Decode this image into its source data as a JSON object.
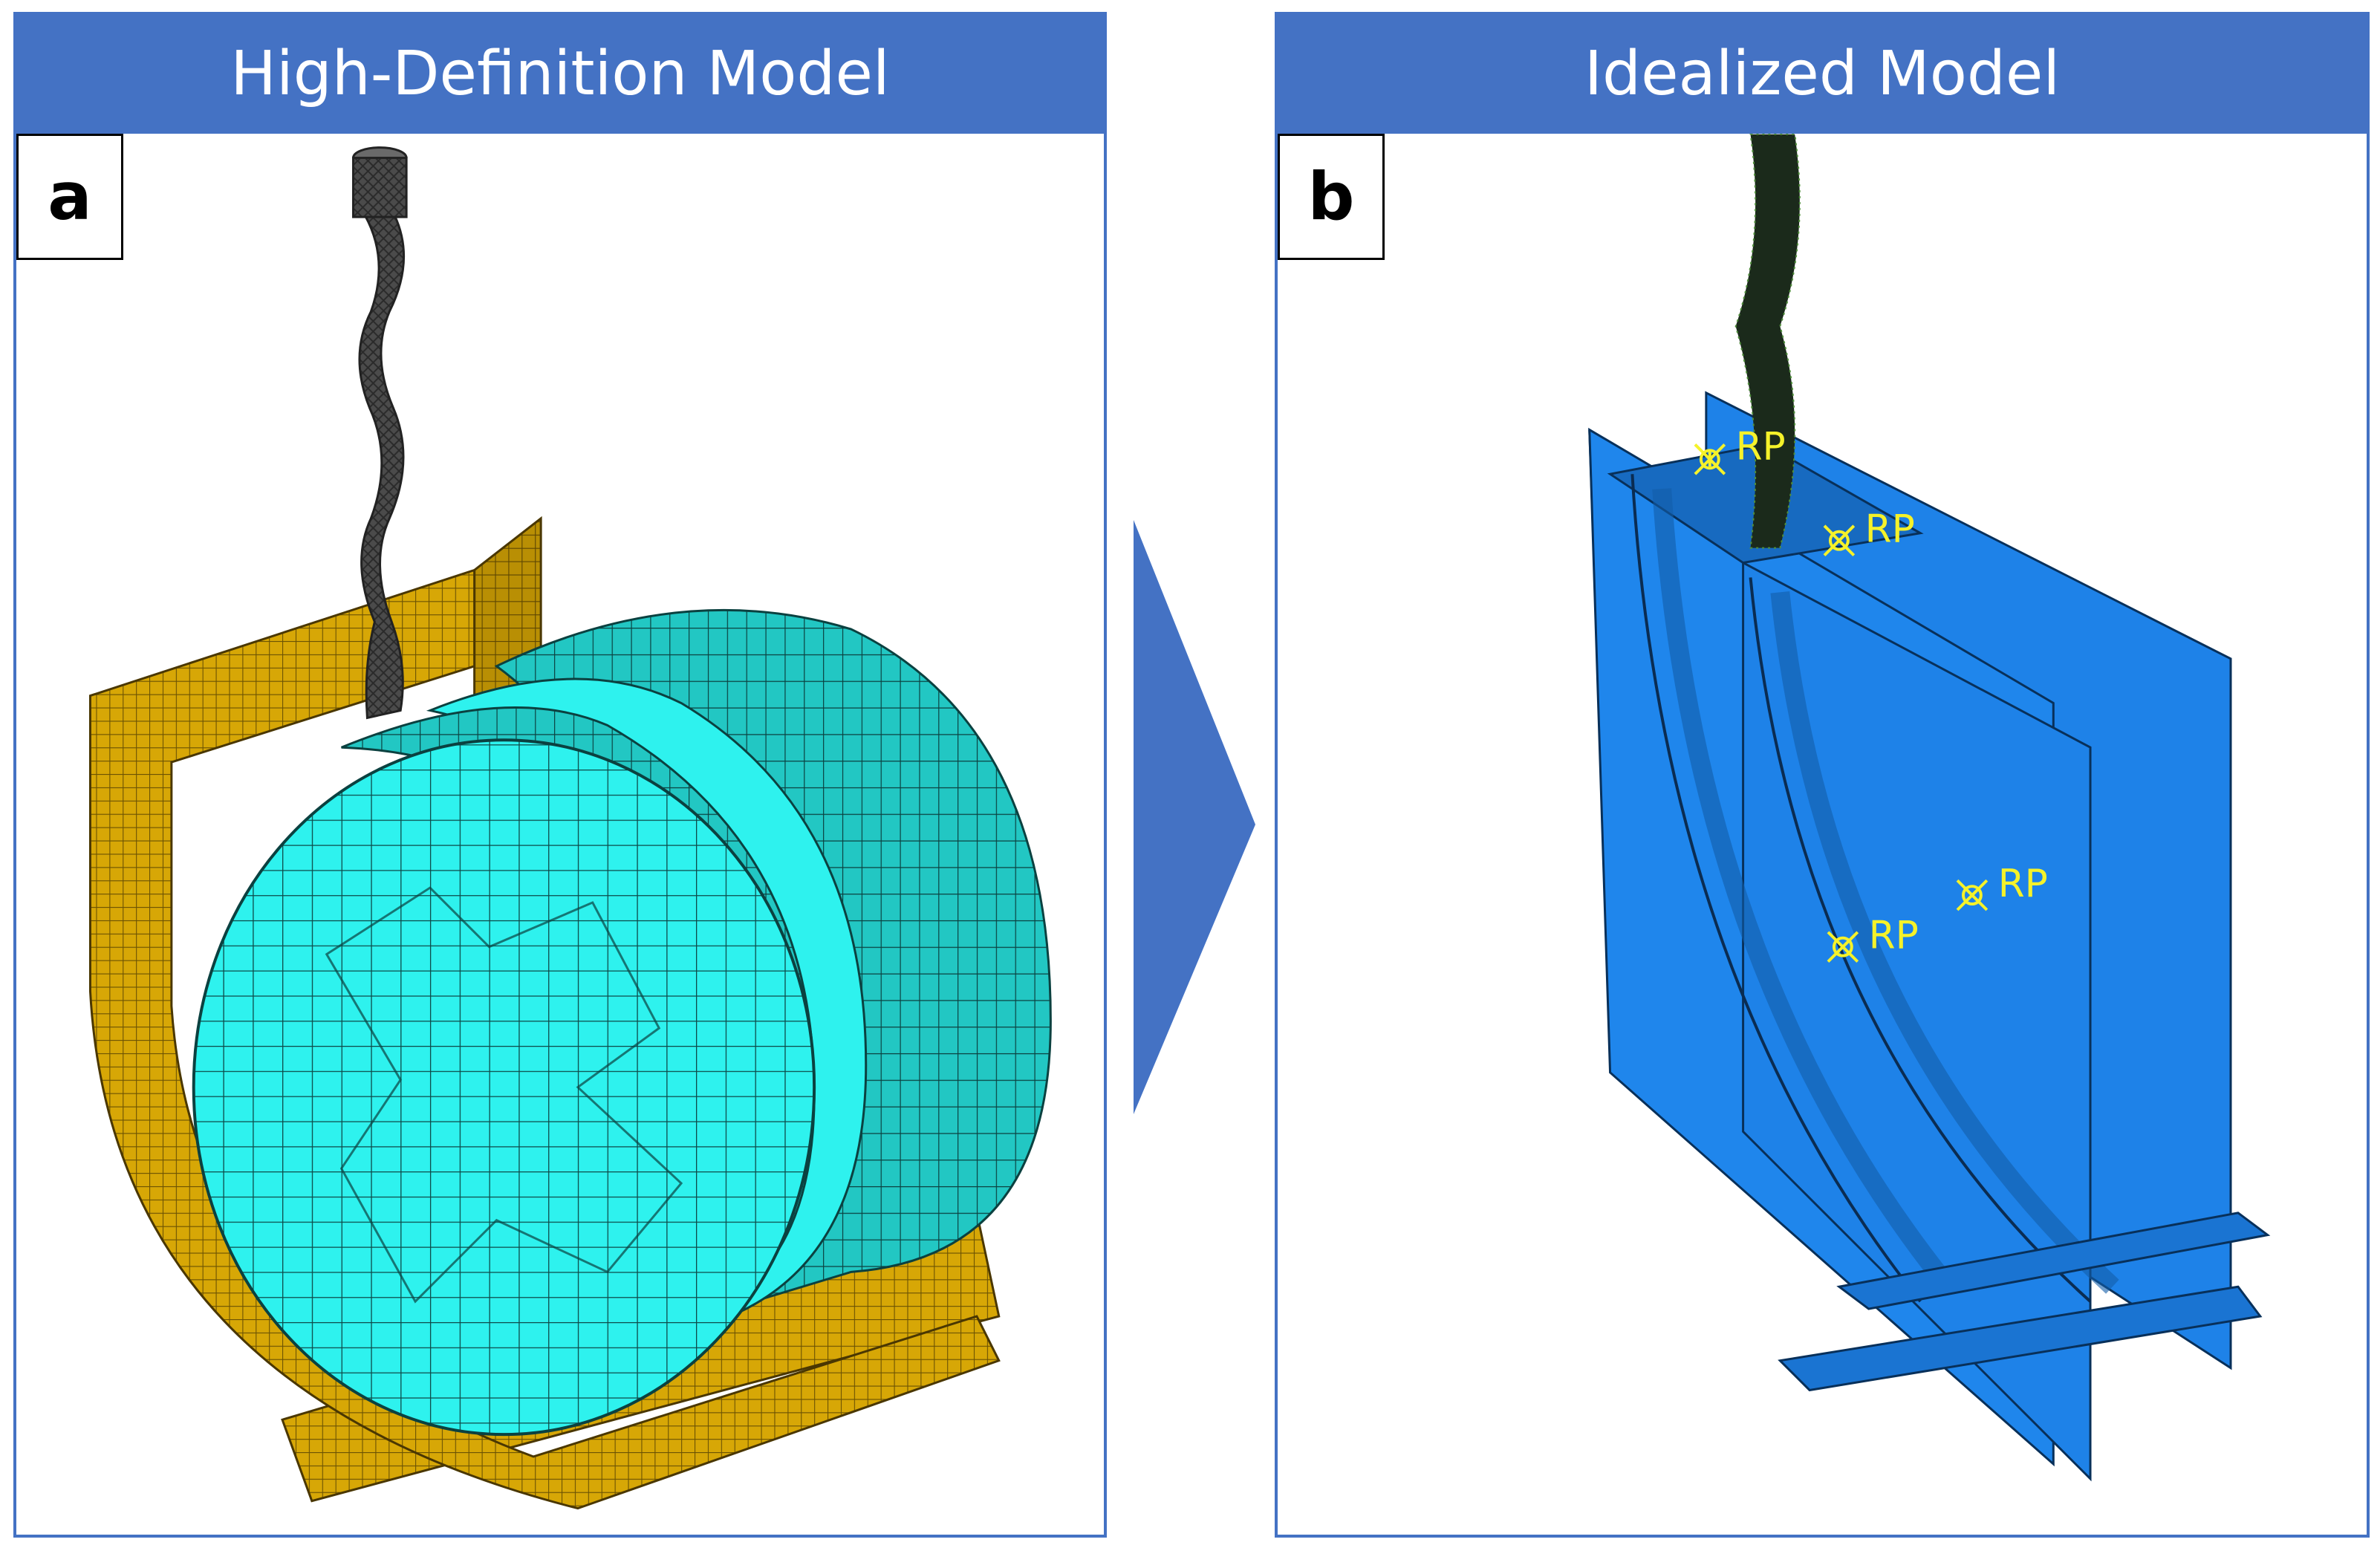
{
  "panels": {
    "left": {
      "title": "High-Definition Model",
      "letter": "a"
    },
    "right": {
      "title": "Idealized Model",
      "letter": "b"
    }
  },
  "rp_label": "RP",
  "colors": {
    "header": "#4472c4",
    "drum_mesh": "#2ef2ee",
    "cradle_mesh": "#d7a706",
    "cable": "#4a4a4a",
    "idealized_plate": "#1e82e8",
    "reference_point": "#f5f22a"
  },
  "icons": {
    "arrow": "chevron-right-icon",
    "reference_point": "reference-point-marker-icon"
  }
}
